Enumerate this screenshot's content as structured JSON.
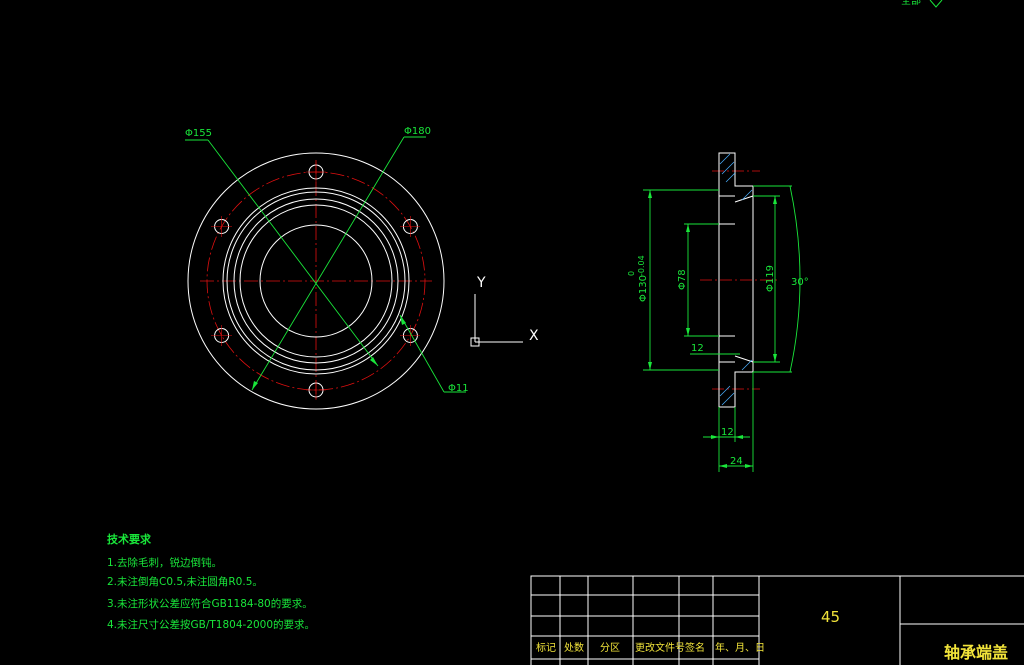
{
  "drawing": {
    "roughness_symbol": "全部",
    "front_view": {
      "dim_d155": "Φ155",
      "dim_d180": "Φ180",
      "dim_d11": "Φ11"
    },
    "ucs": {
      "y_label": "Y",
      "x_label": "X"
    },
    "section_view": {
      "dim_d130": "Φ130",
      "dim_d130_tol_upper": "0",
      "dim_d130_tol_lower": "-0.04",
      "dim_d78": "Φ78",
      "dim_d119": "Φ119",
      "dim_angle": "30°",
      "dim_12_inner": "12",
      "dim_12_bottom": "12",
      "dim_24": "24"
    }
  },
  "tech_requirements": {
    "title": "技术要求",
    "items": [
      "1.去除毛刺，锐边倒钝。",
      "2.未注倒角C0.5,未注圆角R0.5。",
      "3.未注形状公差应符合GB1184-80的要求。",
      "4.未注尺寸公差按GB/T1804-2000的要求。"
    ]
  },
  "title_block": {
    "material": "45",
    "part_name": "轴承端盖",
    "headers": [
      "标记",
      "处数",
      "分区",
      "更改文件号",
      "签名",
      "年、月、日"
    ]
  },
  "colors": {
    "background": "#000000",
    "geometry": "#ffffff",
    "dimension": "#19e63a",
    "centerline": "#e01010",
    "title_text": "#f2e43a",
    "hatch": "#4ab0ff"
  }
}
